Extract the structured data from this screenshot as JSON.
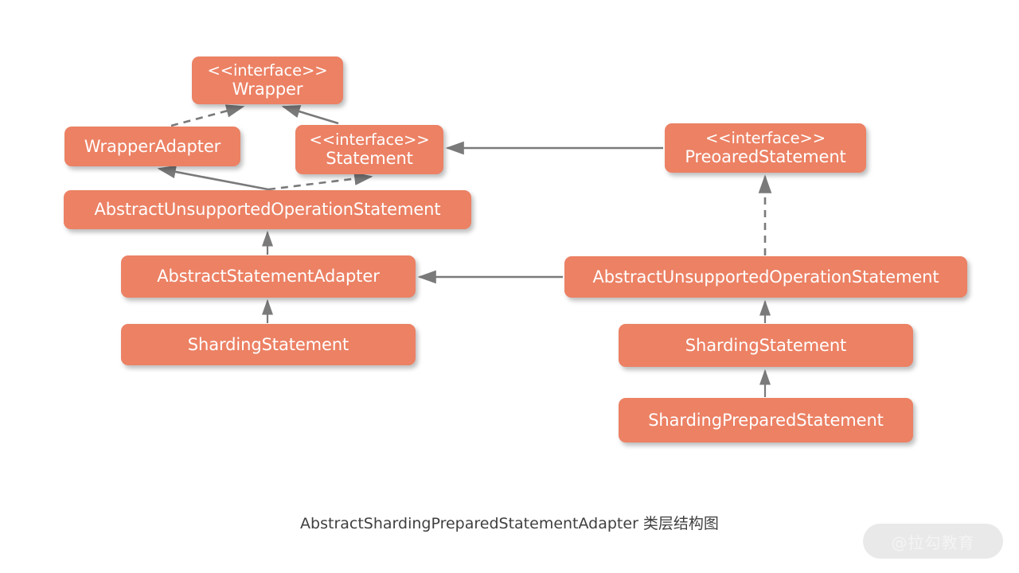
{
  "diagram": {
    "type": "uml-class-diagram",
    "caption": "AbstractShardingPreparedStatementAdapter 类层结构图",
    "background_color": "#ffffff",
    "box_color": "#ec8164",
    "box_text_color": "#ffffff",
    "edge_color": "#7a7a7a",
    "caption_color": "#3f3f3f",
    "watermark": "@拉勾教育",
    "stereotype_interface": "<<interface>>",
    "nodes": {
      "wrapper": {
        "stereotype": "<<interface>>",
        "name": "Wrapper",
        "kind": "interface"
      },
      "wrapper_adapter": {
        "name": "WrapperAdapter",
        "kind": "class"
      },
      "statement": {
        "stereotype": "<<interface>>",
        "name": "Statement",
        "kind": "interface"
      },
      "prepared_statement": {
        "stereotype": "<<interface>>",
        "name": "PreoaredStatement",
        "kind": "interface"
      },
      "abstract_unsupported_operation_statement_left": {
        "name": "AbstractUnsupportedOperationStatement",
        "kind": "class"
      },
      "abstract_statement_adapter": {
        "name": "AbstractStatementAdapter",
        "kind": "class"
      },
      "sharding_statement_left": {
        "name": "ShardingStatement",
        "kind": "class"
      },
      "abstract_unsupported_operation_statement_right": {
        "name": "AbstractUnsupportedOperationStatement",
        "kind": "class"
      },
      "sharding_statement_right": {
        "name": "ShardingStatement",
        "kind": "class"
      },
      "sharding_prepared_statement": {
        "name": "ShardingPreparedStatement",
        "kind": "class"
      }
    },
    "edges": [
      {
        "id": "e1",
        "from": "wrapper_adapter",
        "to": "wrapper",
        "style": "dashed",
        "relation": "implements"
      },
      {
        "id": "e2",
        "from": "statement",
        "to": "wrapper",
        "style": "solid",
        "relation": "extends"
      },
      {
        "id": "e3",
        "from": "abstract_unsupported_operation_statement_left",
        "to": "wrapper_adapter",
        "style": "solid",
        "relation": "extends"
      },
      {
        "id": "e4",
        "from": "abstract_unsupported_operation_statement_left",
        "to": "statement",
        "style": "dashed",
        "relation": "implements"
      },
      {
        "id": "e5",
        "from": "prepared_statement",
        "to": "statement",
        "style": "solid",
        "relation": "extends"
      },
      {
        "id": "e6",
        "from": "abstract_statement_adapter",
        "to": "abstract_unsupported_operation_statement_left",
        "style": "solid",
        "relation": "extends"
      },
      {
        "id": "e7",
        "from": "sharding_statement_left",
        "to": "abstract_statement_adapter",
        "style": "solid",
        "relation": "extends"
      },
      {
        "id": "e8",
        "from": "abstract_unsupported_operation_statement_right",
        "to": "prepared_statement",
        "style": "dashed",
        "relation": "implements"
      },
      {
        "id": "e9",
        "from": "abstract_unsupported_operation_statement_right",
        "to": "abstract_statement_adapter",
        "style": "solid",
        "relation": "extends"
      },
      {
        "id": "e10",
        "from": "sharding_statement_right",
        "to": "abstract_unsupported_operation_statement_right",
        "style": "solid",
        "relation": "extends"
      },
      {
        "id": "e11",
        "from": "sharding_prepared_statement",
        "to": "sharding_statement_right",
        "style": "solid",
        "relation": "extends"
      }
    ]
  }
}
